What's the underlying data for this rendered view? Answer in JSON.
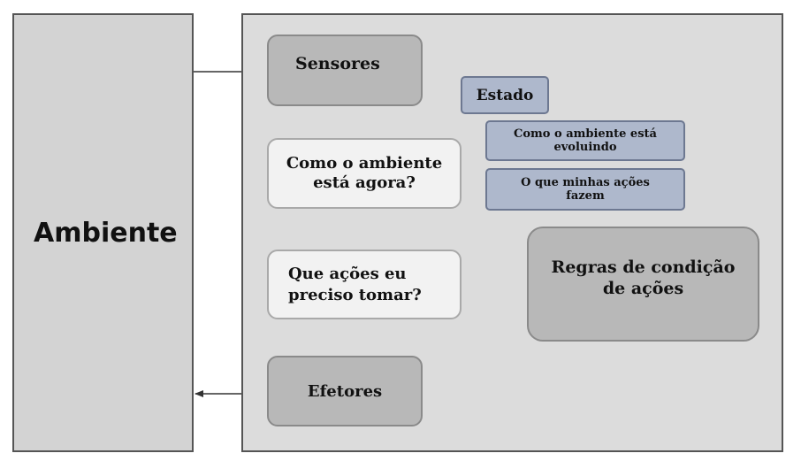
{
  "environment": {
    "label": "Ambiente"
  },
  "agent": {
    "sensors": "Sensores",
    "state": "Estado",
    "world_now_line1": "Como o ambiente",
    "world_now_line2": "está agora?",
    "evolution_line1": "Como o ambiente está",
    "evolution_line2": "evoluindo",
    "actions_effect_line1": "O que minhas ações",
    "actions_effect_line2": "fazem",
    "decision_line1": "Que ações eu",
    "decision_line2": "preciso tomar?",
    "rules_line1": "Regras de condição",
    "rules_line2": "de ações",
    "effectors": "Efetores"
  },
  "colors": {
    "gray_box": "#b8b8b8",
    "white_box": "#f2f2f2",
    "blue_box": "#aeb8cc",
    "panel": "#dcdcdc",
    "arrow": "#333333"
  }
}
